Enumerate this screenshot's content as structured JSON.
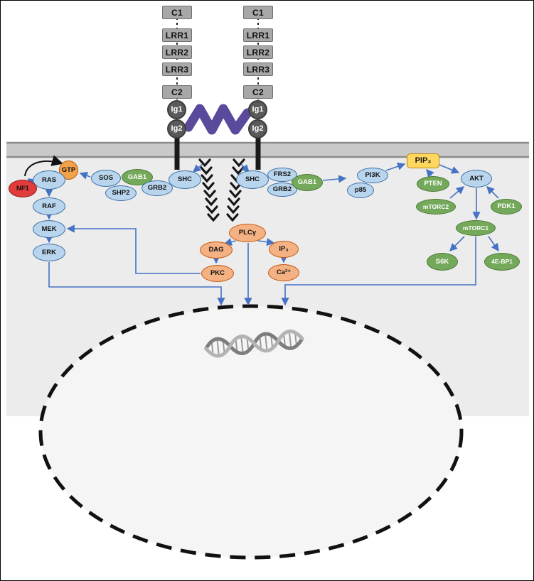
{
  "diagram": {
    "receptor": {
      "domains": [
        "C1",
        "LRR1",
        "LRR2",
        "LRR3",
        "C2"
      ],
      "ig_domains": [
        "Ig1",
        "Ig2"
      ]
    },
    "nodes": {
      "gtp": "GTP",
      "ras": "RAS",
      "nf1": "NF1",
      "raf": "RAF",
      "mek": "MEK",
      "erk": "ERK",
      "sos": "SOS",
      "gab1_left": "GAB1",
      "shp2": "SHP2",
      "grb2_left": "GRB2",
      "shc_left": "SHC",
      "shc_right": "SHC",
      "frs2": "FRS2",
      "grb2_right": "GRB2",
      "gab1_right": "GAB1",
      "pi3k": "PI3K",
      "p85": "p85",
      "pip3": "PIP₃",
      "pten": "PTEN",
      "akt": "AKT",
      "mtorc2": "mTORC2",
      "pdk1": "PDK1",
      "mtorc1": "mTORC1",
      "s6k": "S6K",
      "fourebp1": "4E-BP1",
      "plcg": "PLCγ",
      "dag": "DAG",
      "ip3": "IP₃",
      "pkc": "PKC",
      "ca2": "Ca²⁺"
    },
    "colors": {
      "membrane": "#c9c9c9",
      "cytoplasm": "#ececec",
      "nucleus_fill": "#f5f5f5",
      "blue_fill": "#b9d5ed",
      "blue_border": "#3a6ea5",
      "green_fill": "#74a85a",
      "orange_fill": "#f4b183",
      "red_fill": "#e23b3b",
      "gtp_fill": "#f4a14b",
      "pip3_fill": "#ffd75e",
      "ligand_purple": "#5b4a9b",
      "arrow_blue": "#4472c4",
      "domain_gray": "#a8a8a8",
      "ig_gray": "#5a5a5a"
    }
  }
}
